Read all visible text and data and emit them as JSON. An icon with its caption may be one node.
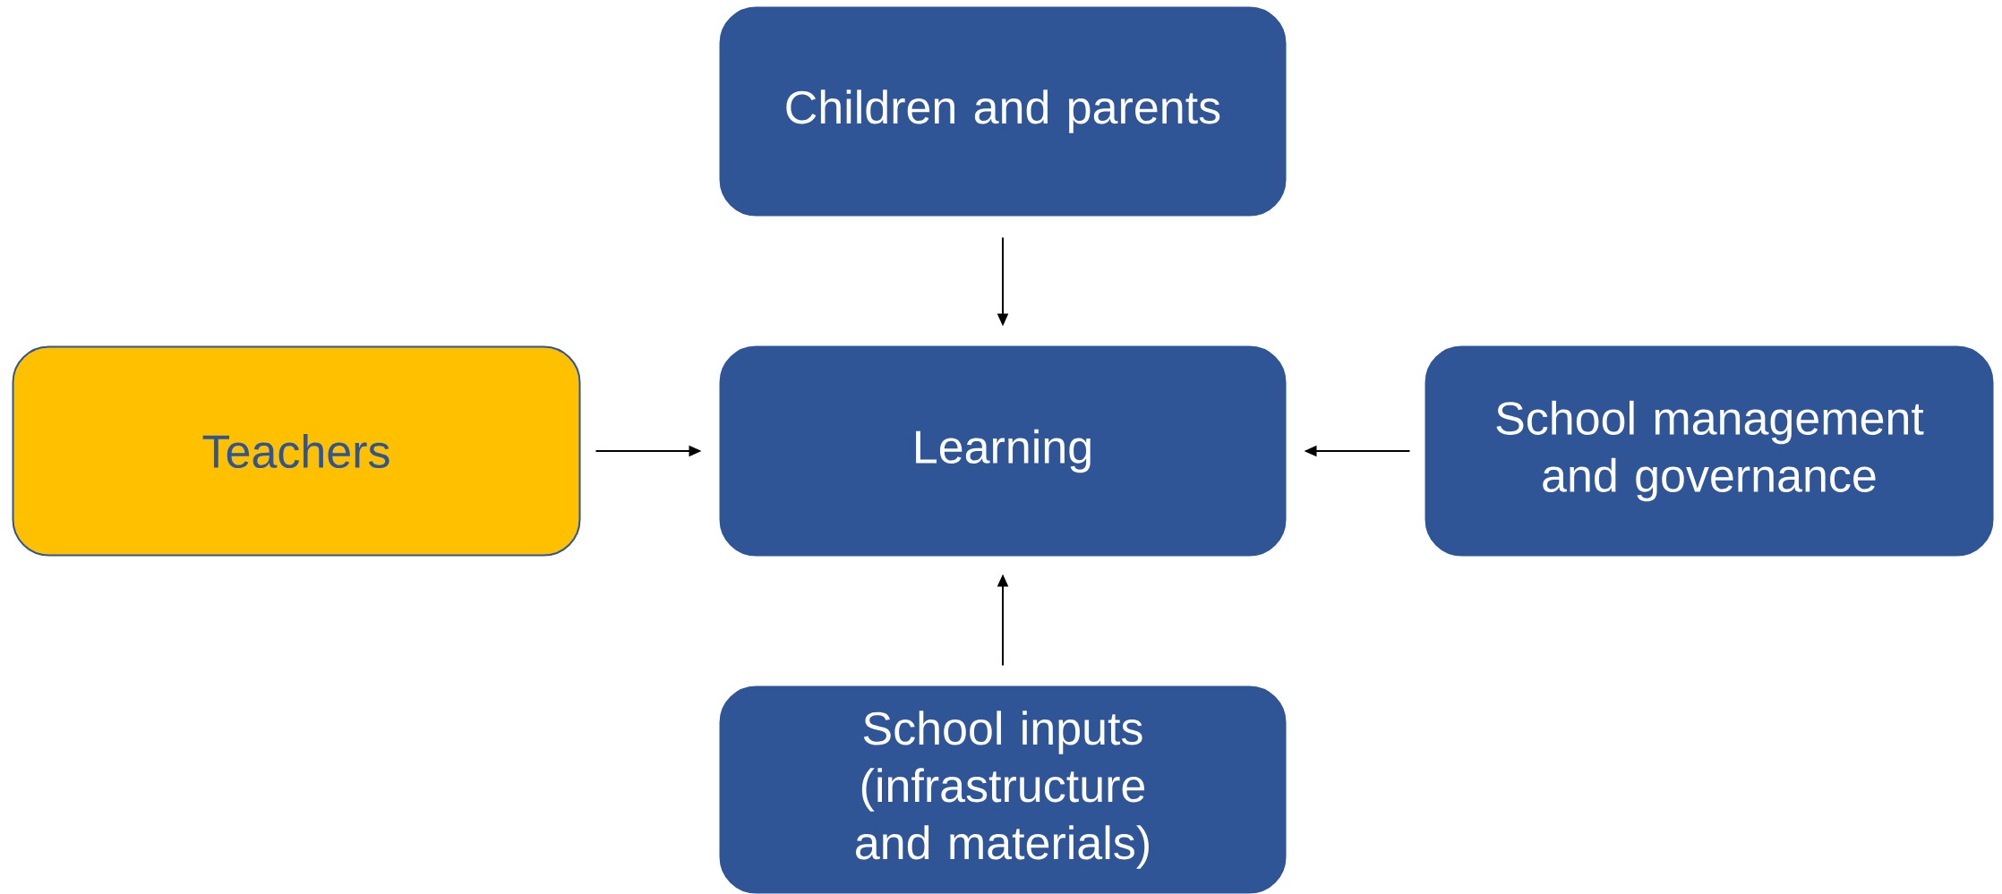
{
  "diagram": {
    "nodes": [
      {
        "text": [
          "Children and parents"
        ]
      },
      {
        "text": [
          "Teachers"
        ]
      },
      {
        "text": [
          "Learning"
        ]
      },
      {
        "text": [
          "School management and governance"
        ]
      },
      {
        "text": [
          "School inputs (infrastructure and materials)"
        ]
      }
    ],
    "edges": [
      {
        "from": 0,
        "to": 2,
        "arrow": "to"
      },
      {
        "from": 1,
        "to": 2,
        "arrow": "to"
      },
      {
        "from": 3,
        "to": 2,
        "arrow": "to"
      },
      {
        "from": 4,
        "to": 2,
        "arrow": "to"
      }
    ]
  }
}
